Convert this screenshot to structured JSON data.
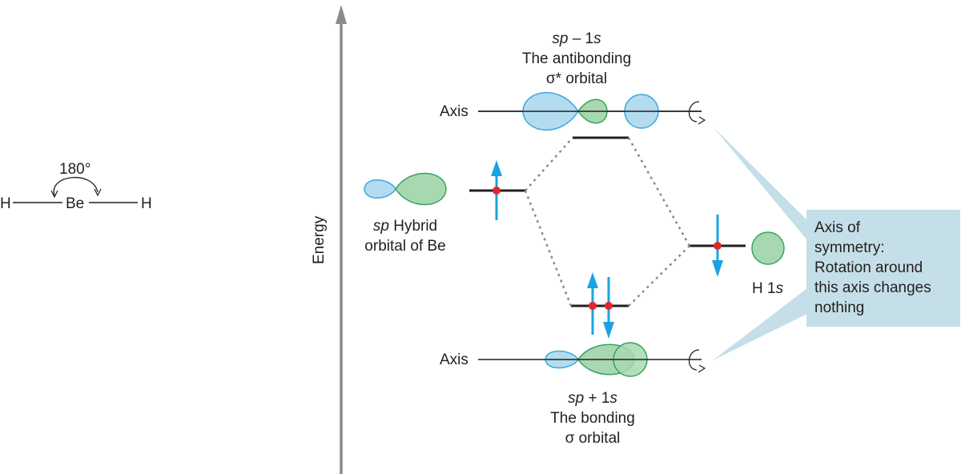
{
  "molecule": {
    "atom_left": "H",
    "atom_center": "Be",
    "atom_right": "H",
    "angle": "180°"
  },
  "energy_axis": {
    "label": "Energy"
  },
  "antibonding": {
    "axis_label": "Axis",
    "title_line1_sp": "sp",
    "title_line1_rest": " – 1",
    "title_line1_s": "s",
    "title_line2": "The antibonding",
    "title_line3": "σ* orbital"
  },
  "bonding": {
    "axis_label": "Axis",
    "title_line1_sp": "sp",
    "title_line1_rest": " + 1",
    "title_line1_s": "s",
    "title_line2": "The bonding",
    "title_line3": "σ orbital"
  },
  "hybrid": {
    "label_sp": "sp",
    "label_rest": " Hybrid",
    "label_line2": "orbital of Be"
  },
  "hydrogen": {
    "label_h": "H 1",
    "label_s": "s"
  },
  "callout": {
    "lines": [
      "Axis of",
      "symmetry:",
      "Rotation around",
      "this axis changes",
      "nothing"
    ]
  },
  "colors": {
    "sp_blue": "#b3dcf0",
    "sp_blue_stroke": "#3ba9dc",
    "s_green": "#a8d8b1",
    "s_green_stroke": "#3aa35a",
    "electron_red": "#e4252a",
    "arrow_blue": "#1aa3e0",
    "callout_bg": "#c5dfe8",
    "energy_axis": "#8a8a8a"
  }
}
